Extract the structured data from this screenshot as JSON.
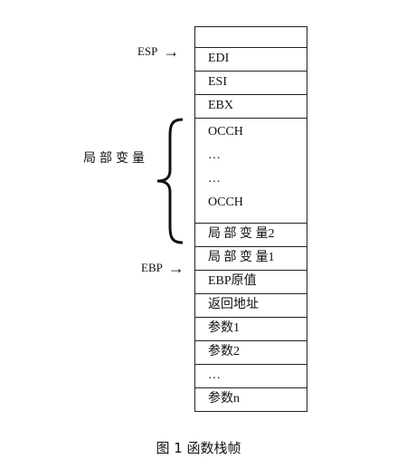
{
  "pointers": {
    "esp": "ESP",
    "ebp": "EBP"
  },
  "stack": {
    "blank": "",
    "edi": "EDI",
    "esi": "ESI",
    "ebx": "EBX",
    "locals_group": [
      "OCCH",
      "…",
      "…",
      "OCCH"
    ],
    "local2": "局 部 变 量2",
    "local1": "局 部 变 量1",
    "ebp_orig": "EBP原值",
    "return_addr": "返回地址",
    "arg1": "参数1",
    "arg2": "参数2",
    "ellipsis": "…",
    "argn": "参数n"
  },
  "side_label": "局部变量",
  "caption": "图 1   函数栈帧"
}
